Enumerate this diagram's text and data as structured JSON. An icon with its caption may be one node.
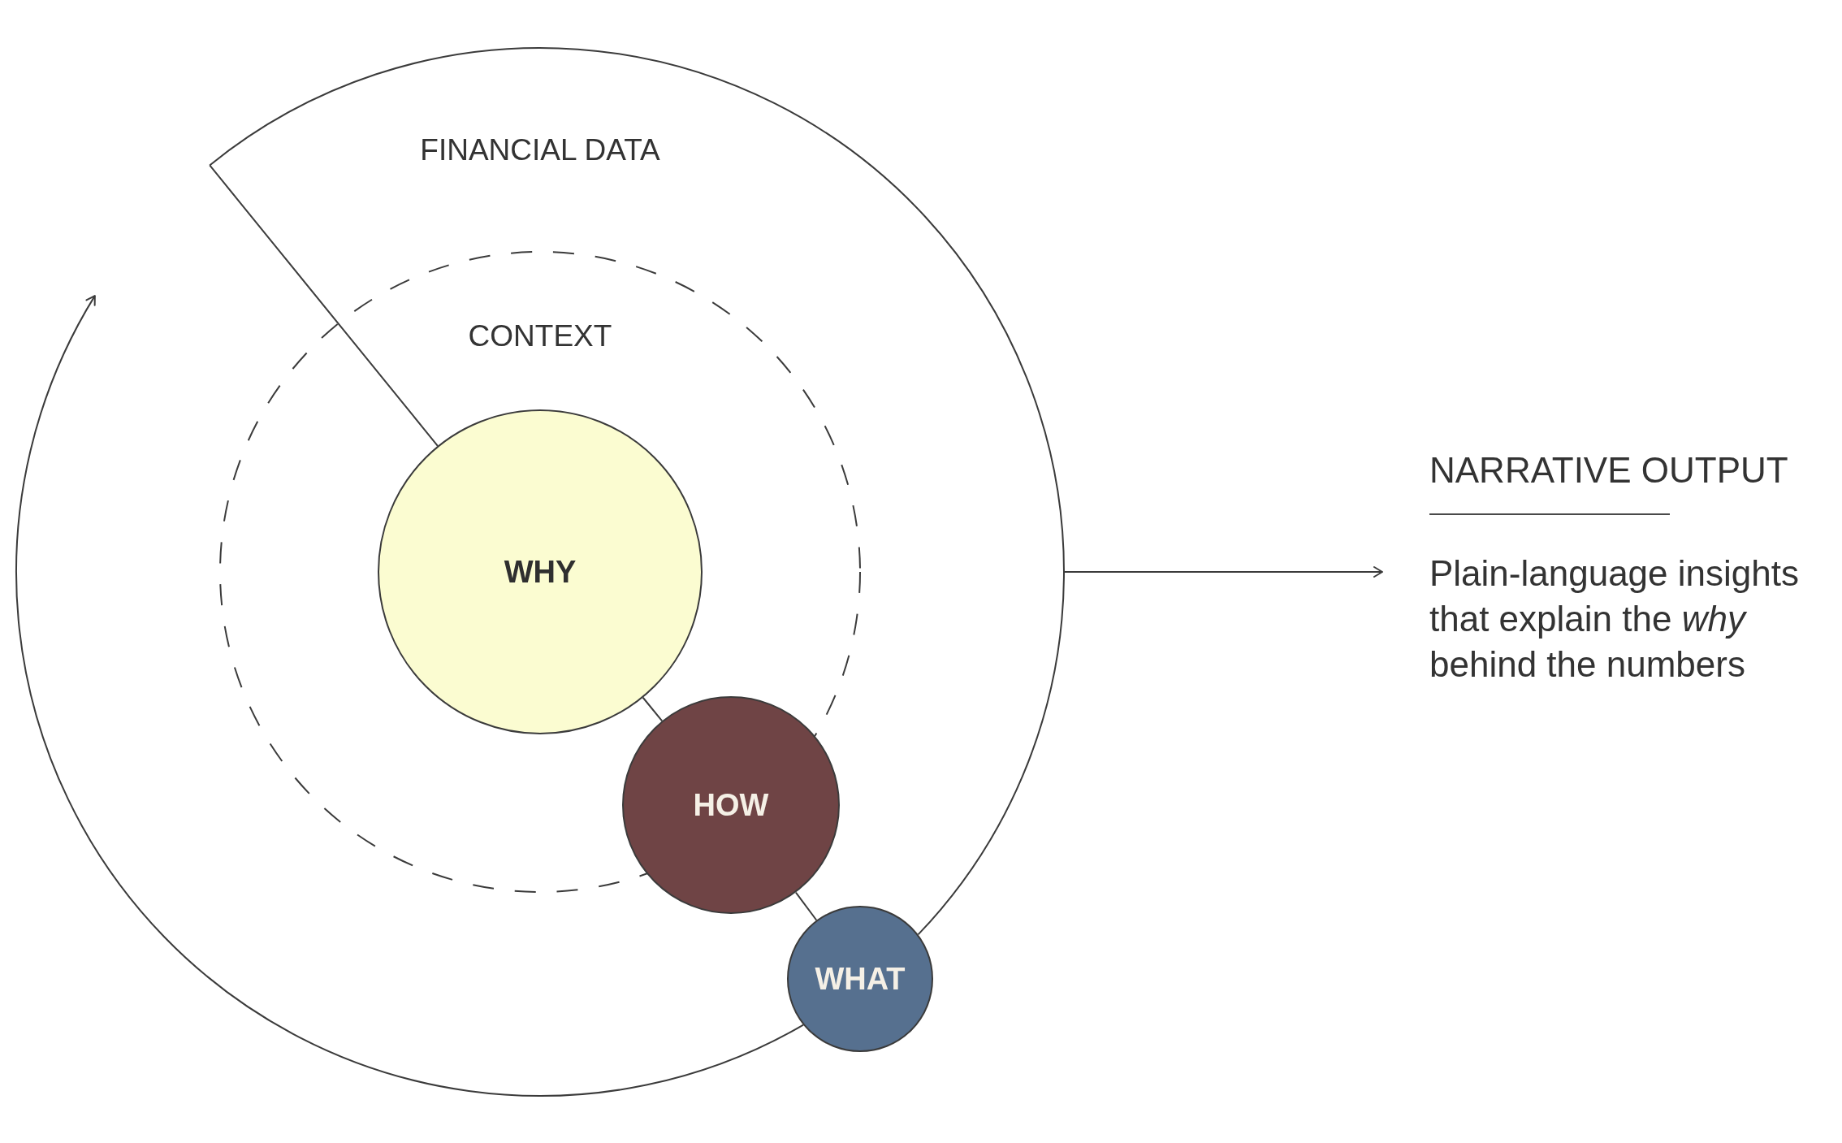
{
  "diagram": {
    "nodes": [
      {
        "text": [
          "FINANCIAL DATA"
        ]
      },
      {
        "text": [
          "CONTEXT"
        ],
        "in": 0
      },
      {
        "text": [
          "WHY"
        ],
        "in": 1
      },
      {
        "text": [
          "HOW"
        ],
        "in": 0
      },
      {
        "text": [
          "WHAT"
        ]
      },
      {
        "text": [
          "NARRATIVE OUTPUT",
          "Plain-language insights that explain the *why* behind the numbers"
        ]
      }
    ],
    "edges": [
      {
        "from": 0,
        "to": 2,
        "arrow": "none"
      },
      {
        "from": 2,
        "to": 3,
        "arrow": "none"
      },
      {
        "from": 3,
        "to": 4,
        "arrow": "none"
      },
      {
        "from": 0,
        "to": 5,
        "arrow": "to"
      },
      {
        "from": 4,
        "to": null,
        "arrow": "to"
      }
    ]
  }
}
